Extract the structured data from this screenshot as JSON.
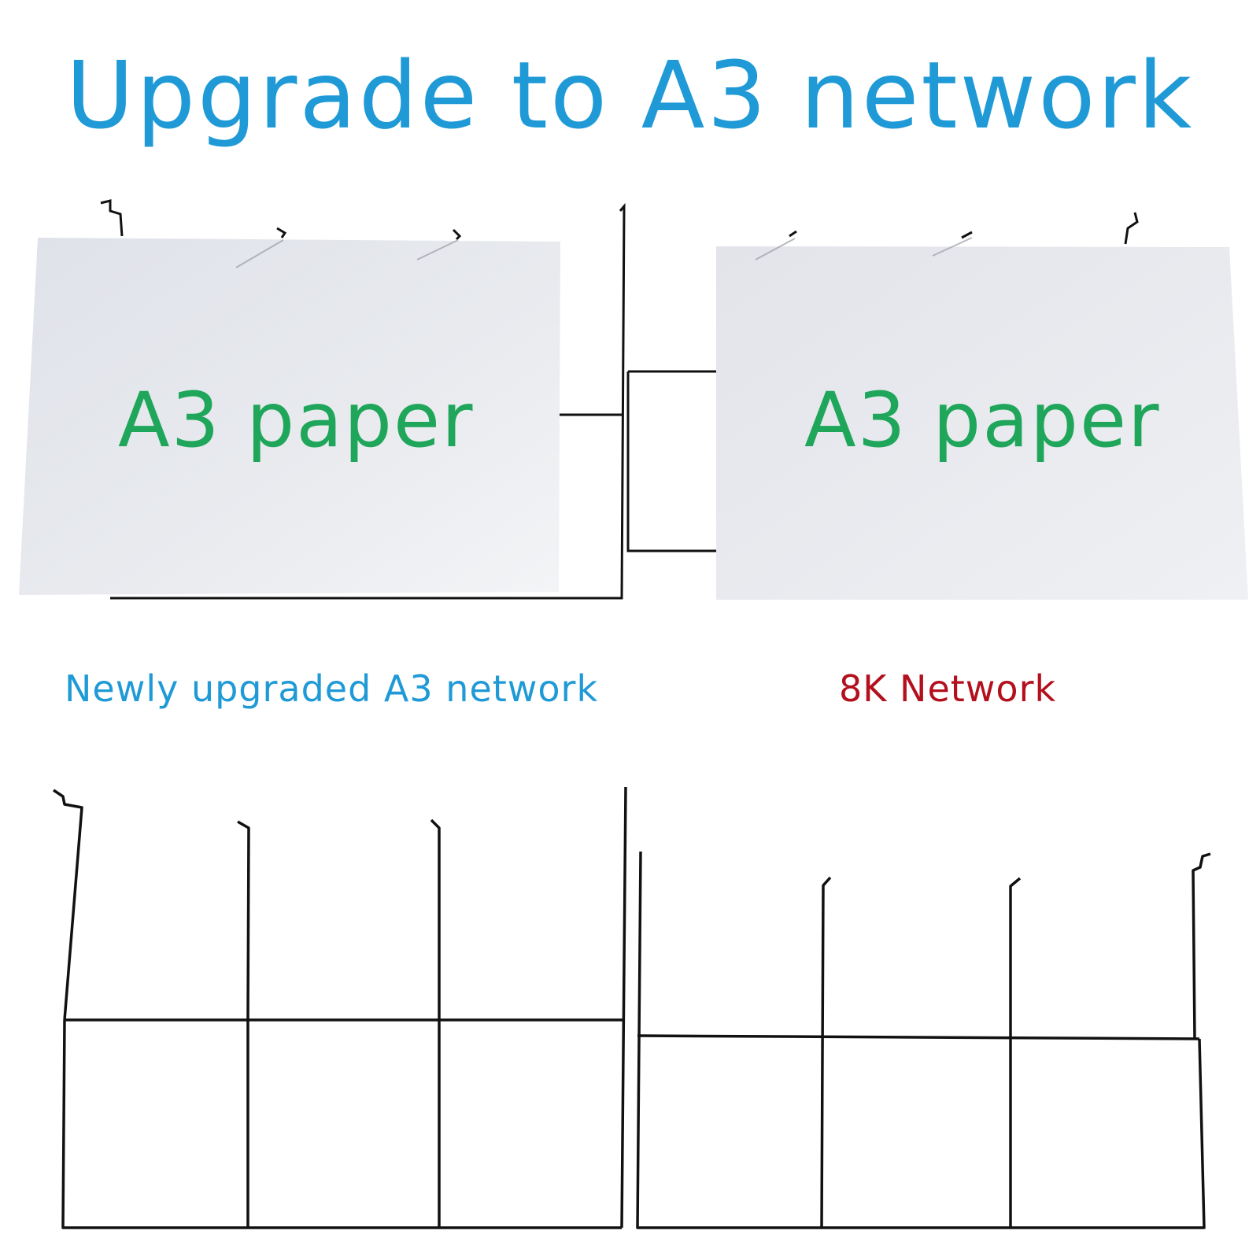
{
  "headline": "Upgrade to A3 network",
  "left_panel": {
    "paper_label": "A3 paper",
    "caption": "Newly upgraded A3 network"
  },
  "right_panel": {
    "paper_label": "A3 paper",
    "caption": "8K Network"
  },
  "colors": {
    "headline": "#1f9ad6",
    "paper_label": "#1fa65a",
    "left_caption": "#1f9ad6",
    "right_caption": "#b3101e",
    "wire": "#111111",
    "paper": "#e6e8ee"
  }
}
